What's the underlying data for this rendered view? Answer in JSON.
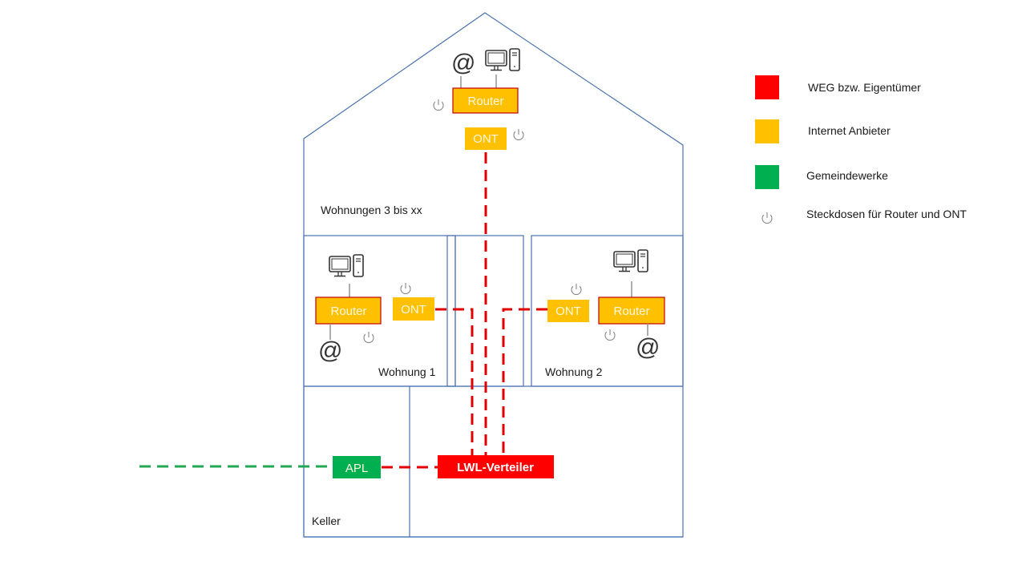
{
  "colors": {
    "owner": "#ff0000",
    "provider": "#ffc000",
    "utility": "#00b050",
    "wall": "#4a72b0",
    "router_border": "#c00000"
  },
  "rooms": {
    "attic": "Wohnungen 3 bis xx",
    "apt1": "Wohnung 1",
    "apt2": "Wohnung 2",
    "basement": "Keller"
  },
  "devices": {
    "router": "Router",
    "ont": "ONT",
    "apl": "APL",
    "distributor": "LWL-Verteiler",
    "at_symbol": "@"
  },
  "legend": [
    {
      "label": "WEG bzw. Eigentümer",
      "color": "#ff0000",
      "icon": "swatch"
    },
    {
      "label": "Internet Anbieter",
      "color": "#ffc000",
      "icon": "swatch"
    },
    {
      "label": "Gemeindewerke",
      "color": "#00b050",
      "icon": "swatch"
    },
    {
      "label": "Steckdosen für Router und ONT",
      "icon": "power-icon"
    }
  ]
}
